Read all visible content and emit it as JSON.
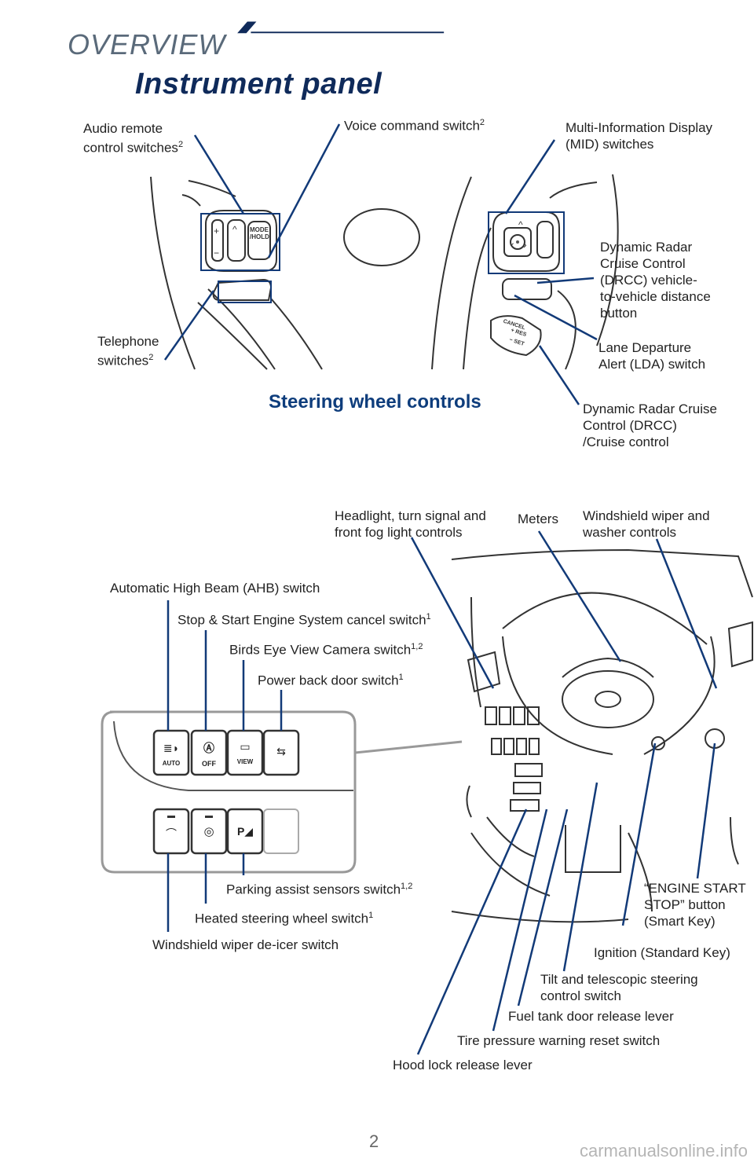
{
  "header": {
    "section": "OVERVIEW",
    "title": "Instrument panel"
  },
  "steering": {
    "heading": "Steering wheel controls",
    "audio": "Audio remote\ncontrol switches",
    "audio_sup": "2",
    "voice": "Voice command switch",
    "voice_sup": "2",
    "mid": "Multi-Information Display\n(MID) switches",
    "drcc_distance": "Dynamic Radar\nCruise Control\n(DRCC) vehicle-\nto-vehicle distance\nbutton",
    "telephone": "Telephone\nswitches",
    "telephone_sup": "2",
    "lda": "Lane Departure\nAlert (LDA) switch",
    "drcc": "Dynamic Radar Cruise\nControl (DRCC)\n/Cruise control",
    "btn_mode": "MODE\n/HOLD",
    "btn_cancel": "CANCEL",
    "btn_res": "+ RES",
    "btn_set": "− SET"
  },
  "dashboard": {
    "headlight": "Headlight, turn signal and\nfront fog light controls",
    "meters": "Meters",
    "wiper": "Windshield wiper and\nwasher controls",
    "ahb": "Automatic High Beam (AHB) switch",
    "stop_start": "Stop & Start Engine System cancel switch",
    "stop_start_sup": "1",
    "birds_eye": "Birds Eye View Camera switch",
    "birds_eye_sup": "1,2",
    "power_door": "Power back door switch",
    "power_door_sup": "1",
    "parking": "Parking assist sensors switch",
    "parking_sup": "1,2",
    "heated_wheel": "Heated steering wheel switch",
    "heated_wheel_sup": "1",
    "deicer": "Windshield wiper de-icer switch",
    "engine_start": "“ENGINE START\nSTOP” button\n(Smart Key)",
    "ignition": "Ignition (Standard Key)",
    "tilt": "Tilt and telescopic steering\ncontrol switch",
    "fuel": "Fuel tank door release lever",
    "tire": "Tire pressure warning reset switch",
    "hood": "Hood lock release lever",
    "sw_auto": "AUTO",
    "sw_off": "OFF",
    "sw_view": "VIEW",
    "sw_p": "P"
  },
  "footer": {
    "page": "2",
    "site": "carmanualsonline.info"
  },
  "colors": {
    "brand_blue": "#0f2a5a",
    "heading_blue": "#0e3d7c",
    "callout_line": "#123a78"
  }
}
